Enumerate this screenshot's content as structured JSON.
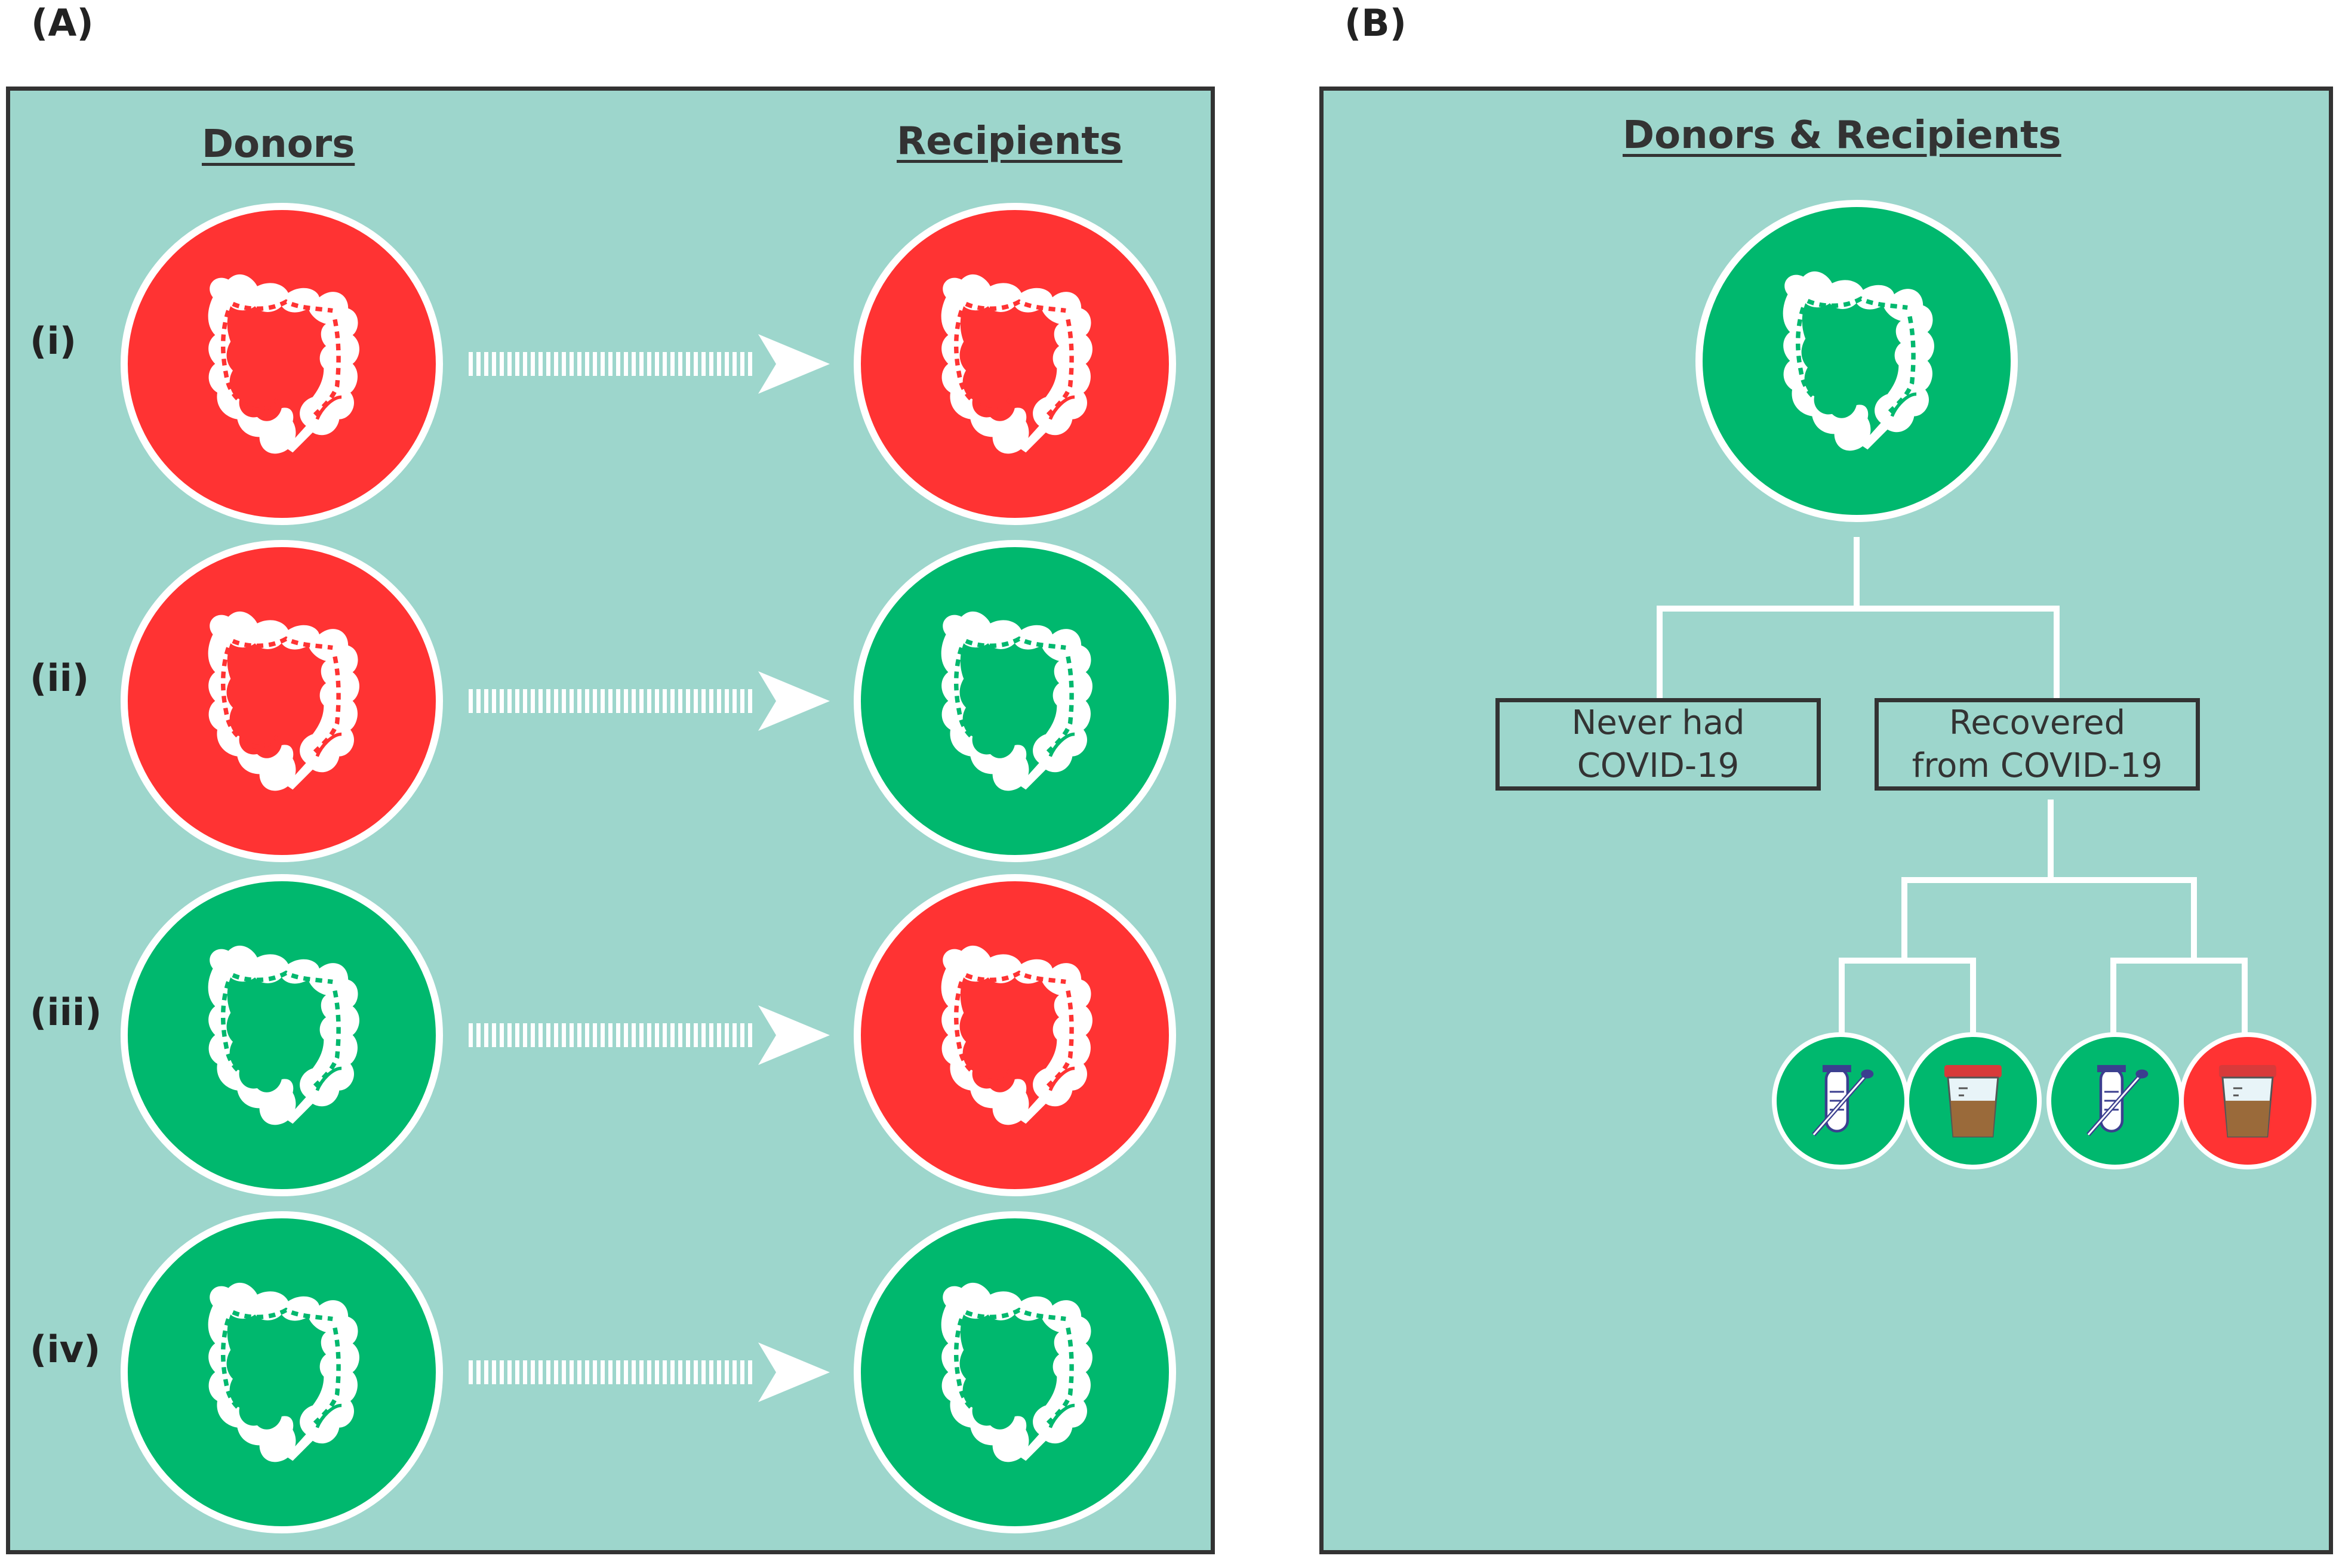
{
  "panel_a": {
    "letter": "(A)",
    "donors_heading": "Donors",
    "recipients_heading": "Recipients",
    "rows": [
      {
        "label": "(i)",
        "donor": "red",
        "recipient": "red"
      },
      {
        "label": "(ii)",
        "donor": "red",
        "recipient": "green"
      },
      {
        "label": "(iii)",
        "donor": "green",
        "recipient": "red"
      },
      {
        "label": "(iv)",
        "donor": "green",
        "recipient": "green"
      }
    ]
  },
  "panel_b": {
    "letter": "(B)",
    "heading": "Donors & Recipients",
    "top_circle": "green",
    "box_never": "Never had\nCOVID-19",
    "box_recovered": "Recovered\nfrom COVID-19",
    "tests": [
      {
        "icon": "swab-tube-icon",
        "color": "green"
      },
      {
        "icon": "stool-cup-icon",
        "color": "green"
      },
      {
        "icon": "swab-tube-icon",
        "color": "green"
      },
      {
        "icon": "stool-cup-icon",
        "color": "red"
      }
    ]
  },
  "colors": {
    "background": "#9dd6cc",
    "red": "#ff3333",
    "green": "#00b86e",
    "border": "#333333"
  }
}
